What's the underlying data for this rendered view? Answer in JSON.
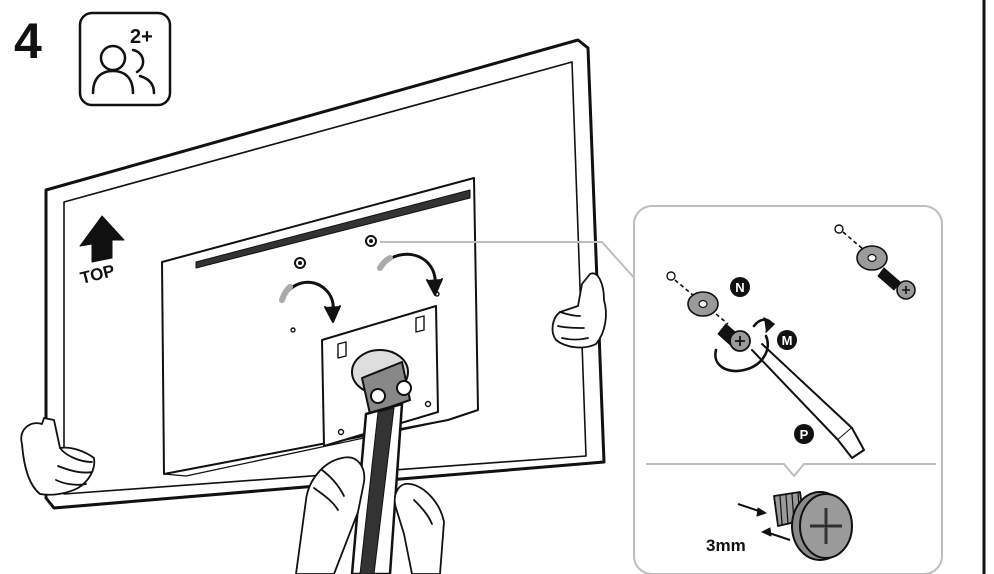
{
  "step": {
    "number": "4"
  },
  "people_badge": {
    "count": "2+",
    "icon": "two-people-icon"
  },
  "top_indicator": {
    "label": "TOP",
    "icon": "up-arrow-icon"
  },
  "detail": {
    "parts": {
      "n": "N",
      "m": "M",
      "p": "P"
    },
    "screw_length": "3mm"
  },
  "colors": {
    "line": "#111111",
    "washer": "#9a9a9a",
    "inset_border": "#bdbdbd"
  }
}
